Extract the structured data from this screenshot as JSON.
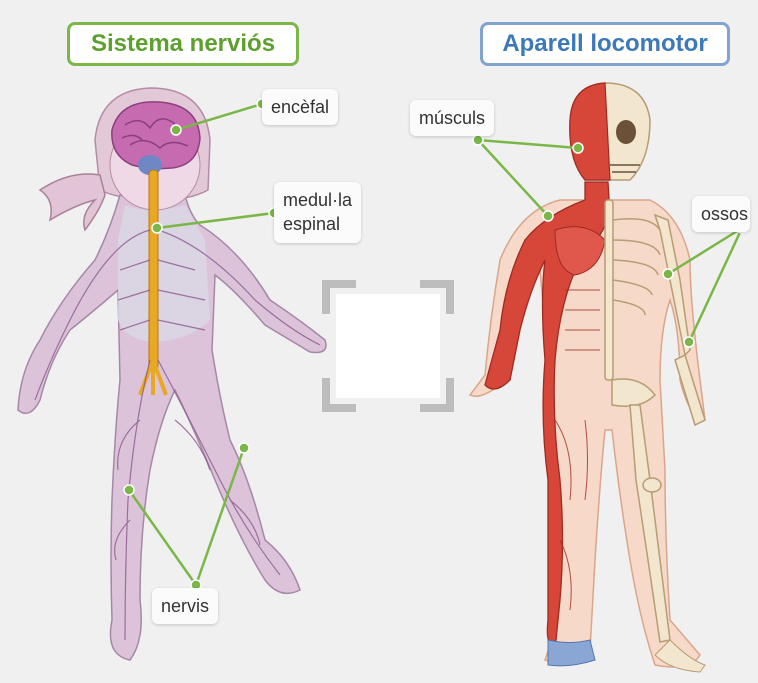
{
  "titles": {
    "left": "Sistema nerviós",
    "right": "Aparell locomotor"
  },
  "labels": {
    "encefal": "encèfal",
    "medulla_line1": "medul·la",
    "medulla_line2": "espinal",
    "nervis": "nervis",
    "musculs": "músculs",
    "ossos": "ossos"
  },
  "colors": {
    "nervous_title": "#5ea02d",
    "locomotor_title": "#3e79b7",
    "pointer_lines": "#7ab648",
    "brain": "#c76bb0",
    "spine": "#e8a823",
    "muscle": "#d6473a",
    "bone": "#f3e6cf"
  }
}
